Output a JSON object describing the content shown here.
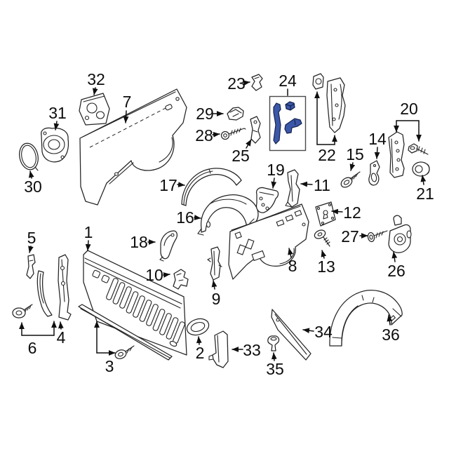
{
  "diagram": {
    "type": "exploded-parts-diagram",
    "highlighted_part": "24",
    "part_numbers": [
      "1",
      "2",
      "3",
      "4",
      "5",
      "6",
      "7",
      "8",
      "9",
      "10",
      "11",
      "12",
      "13",
      "14",
      "15",
      "16",
      "17",
      "18",
      "19",
      "20",
      "21",
      "22",
      "23",
      "24",
      "25",
      "26",
      "27",
      "28",
      "29",
      "30",
      "31",
      "32",
      "33",
      "34",
      "35",
      "36"
    ]
  },
  "colors": {
    "background": "#ffffff",
    "line": "#232323",
    "label_text": "#0c0c0c",
    "highlight_fill": "#3b57a8",
    "highlight_outline": "#16224e",
    "highlight_box_border": "#4a4a4a"
  }
}
